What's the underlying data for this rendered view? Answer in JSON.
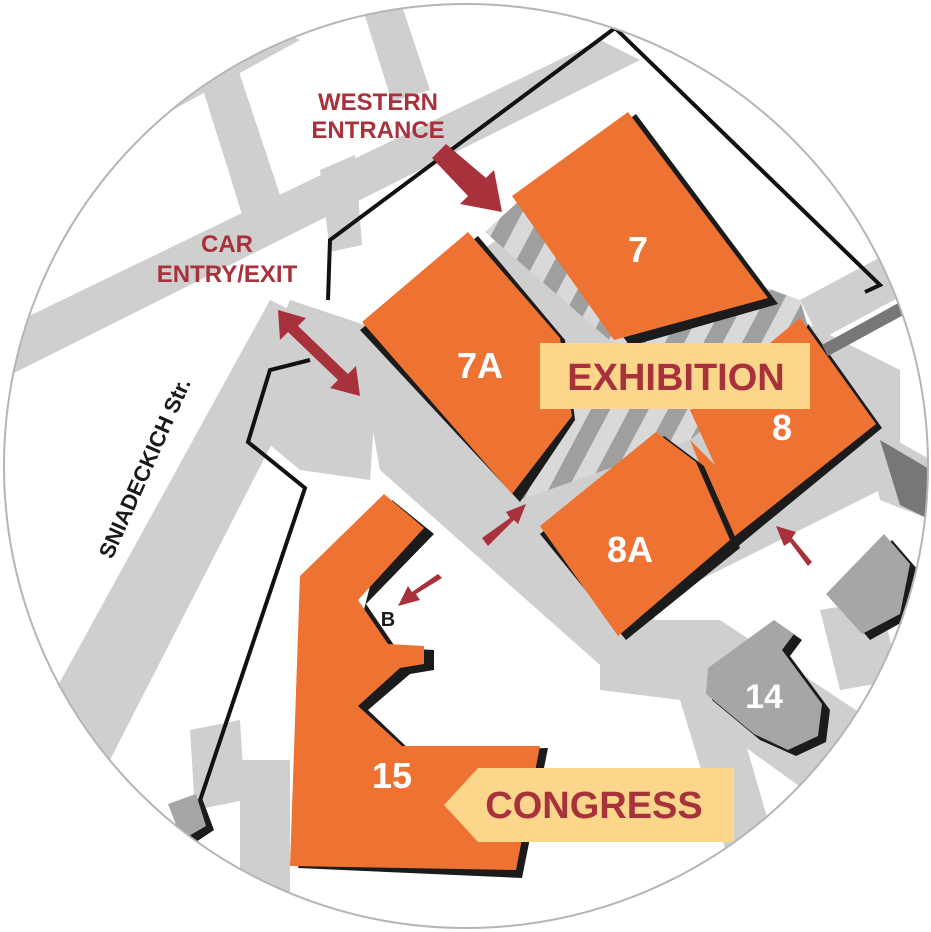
{
  "labels": {
    "western_entrance_line1": "WESTERN",
    "western_entrance_line2": "ENTRANCE",
    "car_entry_line1": "CAR",
    "car_entry_line2": "ENTRY/EXIT",
    "street": "SNIADECKICH Str.",
    "exhibition": "EXHIBITION",
    "congress": "CONGRESS",
    "entrance_b": "B"
  },
  "halls": {
    "h7": "7",
    "h7a": "7A",
    "h8": "8",
    "h8a": "8A",
    "h14": "14",
    "h15": "15"
  },
  "colors": {
    "building_orange": "#ee7232",
    "road_gray": "#cfcfcf",
    "label_red": "#a8323c",
    "tag_fill": "#fcd68a",
    "gray_building": "#a6a6a6"
  }
}
